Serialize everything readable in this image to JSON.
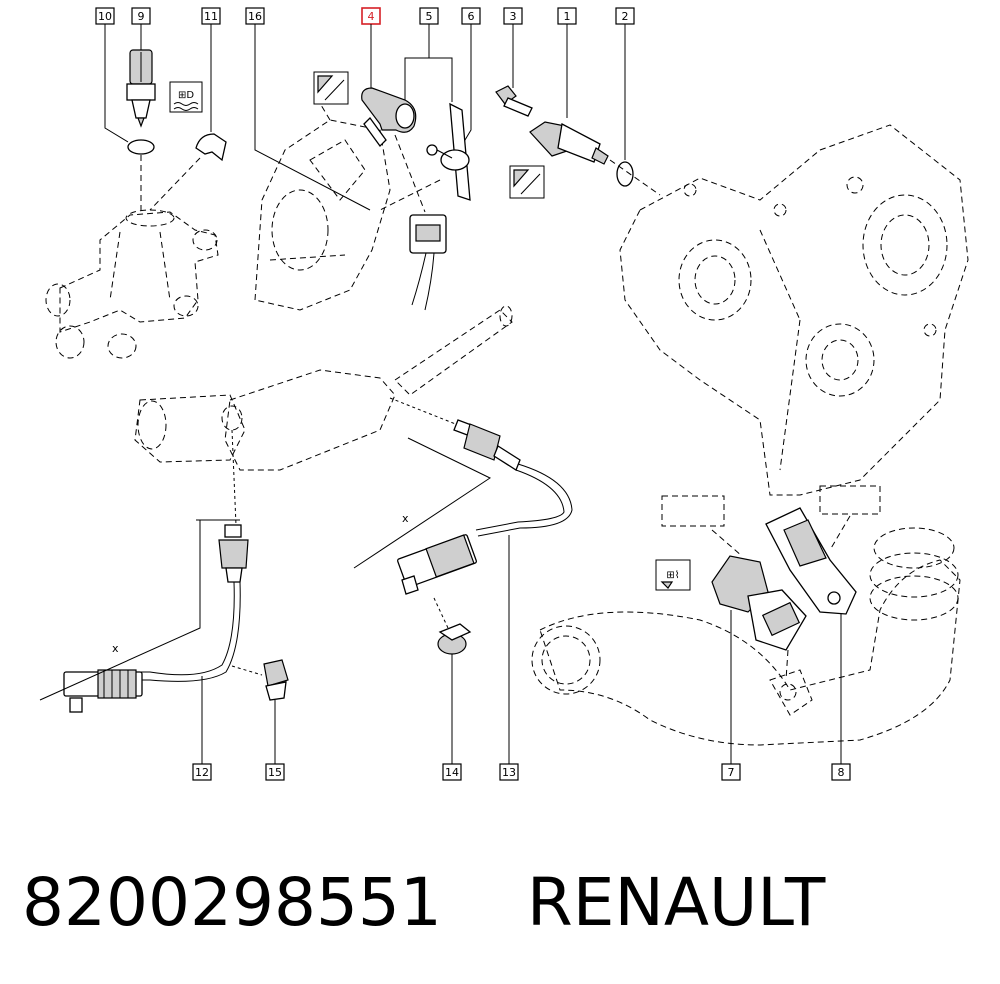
{
  "callouts": [
    "1",
    "2",
    "3",
    "4",
    "5",
    "6",
    "7",
    "8",
    "9",
    "10",
    "11",
    "12",
    "13",
    "14",
    "15",
    "16"
  ],
  "highlighted_callout": "4",
  "dimension_label": "x",
  "part_number": "8200298551",
  "brand": "RENAULT",
  "colors": {
    "highlight": "#d61f26",
    "line": "#000000",
    "background": "#ffffff"
  }
}
